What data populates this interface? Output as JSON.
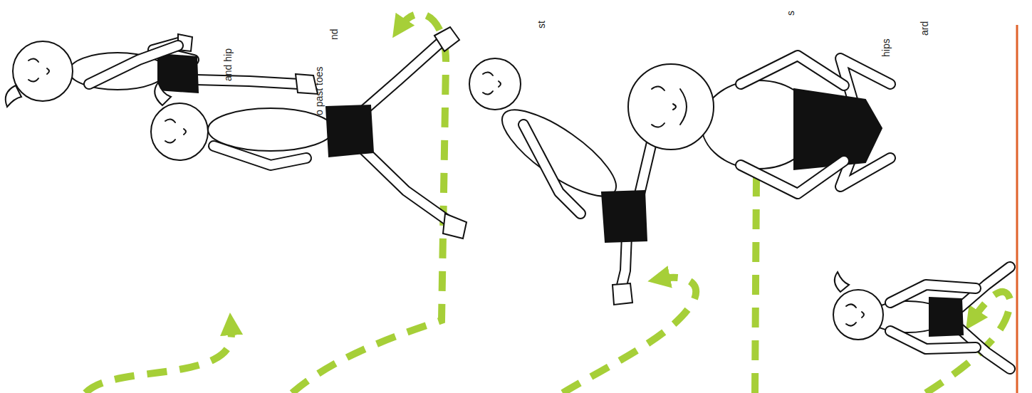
{
  "diagram": {
    "labels": [
      "and hip",
      "o past toes",
      "nd",
      "st",
      "s",
      "hips",
      "ard"
    ]
  }
}
